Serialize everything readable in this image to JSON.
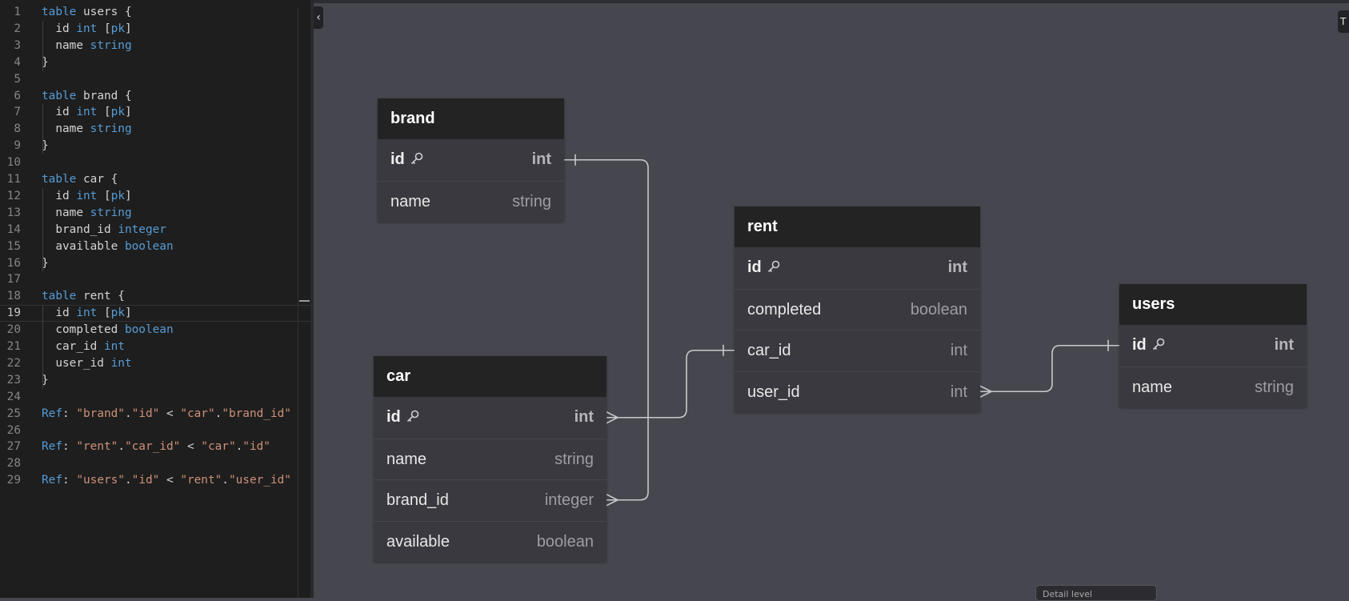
{
  "editor": {
    "lines": [
      {
        "n": "1",
        "tokens": [
          {
            "t": "table",
            "c": "kw"
          },
          {
            "t": " users {",
            "c": "tx"
          }
        ]
      },
      {
        "n": "2",
        "tokens": [
          {
            "t": "  id ",
            "c": "tx"
          },
          {
            "t": "int",
            "c": "kw"
          },
          {
            "t": " [",
            "c": "tx"
          },
          {
            "t": "pk",
            "c": "kw"
          },
          {
            "t": "]",
            "c": "tx"
          }
        ]
      },
      {
        "n": "3",
        "tokens": [
          {
            "t": "  name ",
            "c": "tx"
          },
          {
            "t": "string",
            "c": "kw"
          }
        ]
      },
      {
        "n": "4",
        "tokens": [
          {
            "t": "}",
            "c": "tx"
          }
        ]
      },
      {
        "n": "5",
        "tokens": []
      },
      {
        "n": "6",
        "tokens": [
          {
            "t": "table",
            "c": "kw"
          },
          {
            "t": " brand {",
            "c": "tx"
          }
        ]
      },
      {
        "n": "7",
        "tokens": [
          {
            "t": "  id ",
            "c": "tx"
          },
          {
            "t": "int",
            "c": "kw"
          },
          {
            "t": " [",
            "c": "tx"
          },
          {
            "t": "pk",
            "c": "kw"
          },
          {
            "t": "]",
            "c": "tx"
          }
        ]
      },
      {
        "n": "8",
        "tokens": [
          {
            "t": "  name ",
            "c": "tx"
          },
          {
            "t": "string",
            "c": "kw"
          }
        ]
      },
      {
        "n": "9",
        "tokens": [
          {
            "t": "}",
            "c": "tx"
          }
        ]
      },
      {
        "n": "10",
        "tokens": []
      },
      {
        "n": "11",
        "tokens": [
          {
            "t": "table",
            "c": "kw"
          },
          {
            "t": " car {",
            "c": "tx"
          }
        ]
      },
      {
        "n": "12",
        "tokens": [
          {
            "t": "  id ",
            "c": "tx"
          },
          {
            "t": "int",
            "c": "kw"
          },
          {
            "t": " [",
            "c": "tx"
          },
          {
            "t": "pk",
            "c": "kw"
          },
          {
            "t": "]",
            "c": "tx"
          }
        ]
      },
      {
        "n": "13",
        "tokens": [
          {
            "t": "  name ",
            "c": "tx"
          },
          {
            "t": "string",
            "c": "kw"
          }
        ]
      },
      {
        "n": "14",
        "tokens": [
          {
            "t": "  brand_id ",
            "c": "tx"
          },
          {
            "t": "integer",
            "c": "kw"
          }
        ]
      },
      {
        "n": "15",
        "tokens": [
          {
            "t": "  available ",
            "c": "tx"
          },
          {
            "t": "boolean",
            "c": "kw"
          }
        ]
      },
      {
        "n": "16",
        "tokens": [
          {
            "t": "}",
            "c": "tx"
          }
        ]
      },
      {
        "n": "17",
        "tokens": []
      },
      {
        "n": "18",
        "tokens": [
          {
            "t": "table",
            "c": "kw"
          },
          {
            "t": " rent {",
            "c": "tx"
          }
        ]
      },
      {
        "n": "19",
        "tokens": [
          {
            "t": "  id ",
            "c": "tx"
          },
          {
            "t": "int",
            "c": "kw"
          },
          {
            "t": " [",
            "c": "tx"
          },
          {
            "t": "pk",
            "c": "kw"
          },
          {
            "t": "]",
            "c": "tx"
          }
        ],
        "active": true
      },
      {
        "n": "20",
        "tokens": [
          {
            "t": "  completed ",
            "c": "tx"
          },
          {
            "t": "boolean",
            "c": "kw"
          }
        ]
      },
      {
        "n": "21",
        "tokens": [
          {
            "t": "  car_id ",
            "c": "tx"
          },
          {
            "t": "int",
            "c": "kw"
          }
        ]
      },
      {
        "n": "22",
        "tokens": [
          {
            "t": "  user_id ",
            "c": "tx"
          },
          {
            "t": "int",
            "c": "kw"
          }
        ]
      },
      {
        "n": "23",
        "tokens": [
          {
            "t": "}",
            "c": "tx"
          }
        ]
      },
      {
        "n": "24",
        "tokens": []
      },
      {
        "n": "25",
        "tokens": [
          {
            "t": "Ref",
            "c": "kw"
          },
          {
            "t": ": ",
            "c": "tx"
          },
          {
            "t": "\"brand\"",
            "c": "str"
          },
          {
            "t": ".",
            "c": "tx"
          },
          {
            "t": "\"id\"",
            "c": "str"
          },
          {
            "t": " < ",
            "c": "tx"
          },
          {
            "t": "\"car\"",
            "c": "str"
          },
          {
            "t": ".",
            "c": "tx"
          },
          {
            "t": "\"brand_id\"",
            "c": "str"
          }
        ]
      },
      {
        "n": "26",
        "tokens": []
      },
      {
        "n": "27",
        "tokens": [
          {
            "t": "Ref",
            "c": "kw"
          },
          {
            "t": ": ",
            "c": "tx"
          },
          {
            "t": "\"rent\"",
            "c": "str"
          },
          {
            "t": ".",
            "c": "tx"
          },
          {
            "t": "\"car_id\"",
            "c": "str"
          },
          {
            "t": " < ",
            "c": "tx"
          },
          {
            "t": "\"car\"",
            "c": "str"
          },
          {
            "t": ".",
            "c": "tx"
          },
          {
            "t": "\"id\"",
            "c": "str"
          }
        ]
      },
      {
        "n": "28",
        "tokens": []
      },
      {
        "n": "29",
        "tokens": [
          {
            "t": "Ref",
            "c": "kw"
          },
          {
            "t": ": ",
            "c": "tx"
          },
          {
            "t": "\"users\"",
            "c": "str"
          },
          {
            "t": ".",
            "c": "tx"
          },
          {
            "t": "\"id\"",
            "c": "str"
          },
          {
            "t": " < ",
            "c": "tx"
          },
          {
            "t": "\"rent\"",
            "c": "str"
          },
          {
            "t": ".",
            "c": "tx"
          },
          {
            "t": "\"user_id\"",
            "c": "str"
          }
        ]
      }
    ]
  },
  "canvas": {
    "collapse_icon": "chevron-left-icon",
    "collapse_glyph": "‹",
    "corner_tab_label": "T",
    "bottom_popup_label": "Detail level",
    "tables": [
      {
        "key": "brand",
        "name": "brand",
        "fields": [
          {
            "name": "id",
            "type": "int",
            "pk": true
          },
          {
            "name": "name",
            "type": "string",
            "pk": false
          }
        ]
      },
      {
        "key": "car",
        "name": "car",
        "fields": [
          {
            "name": "id",
            "type": "int",
            "pk": true
          },
          {
            "name": "name",
            "type": "string",
            "pk": false
          },
          {
            "name": "brand_id",
            "type": "integer",
            "pk": false
          },
          {
            "name": "available",
            "type": "boolean",
            "pk": false
          }
        ]
      },
      {
        "key": "rent",
        "name": "rent",
        "fields": [
          {
            "name": "id",
            "type": "int",
            "pk": true
          },
          {
            "name": "completed",
            "type": "boolean",
            "pk": false
          },
          {
            "name": "car_id",
            "type": "int",
            "pk": false
          },
          {
            "name": "user_id",
            "type": "int",
            "pk": false
          }
        ]
      },
      {
        "key": "users",
        "name": "users",
        "fields": [
          {
            "name": "id",
            "type": "int",
            "pk": true
          },
          {
            "name": "name",
            "type": "string",
            "pk": false
          }
        ]
      }
    ],
    "relationships": [
      {
        "from": "brand.id",
        "to": "car.brand_id",
        "from_end": "one",
        "to_end": "many"
      },
      {
        "from": "rent.car_id",
        "to": "car.id",
        "from_end": "one",
        "to_end": "many"
      },
      {
        "from": "users.id",
        "to": "rent.user_id",
        "from_end": "one",
        "to_end": "many"
      }
    ],
    "colors": {
      "canvas": "#46464e",
      "table_header": "#232323",
      "table_body": "#39393f",
      "relationship_line": "#c8c8cc"
    }
  }
}
